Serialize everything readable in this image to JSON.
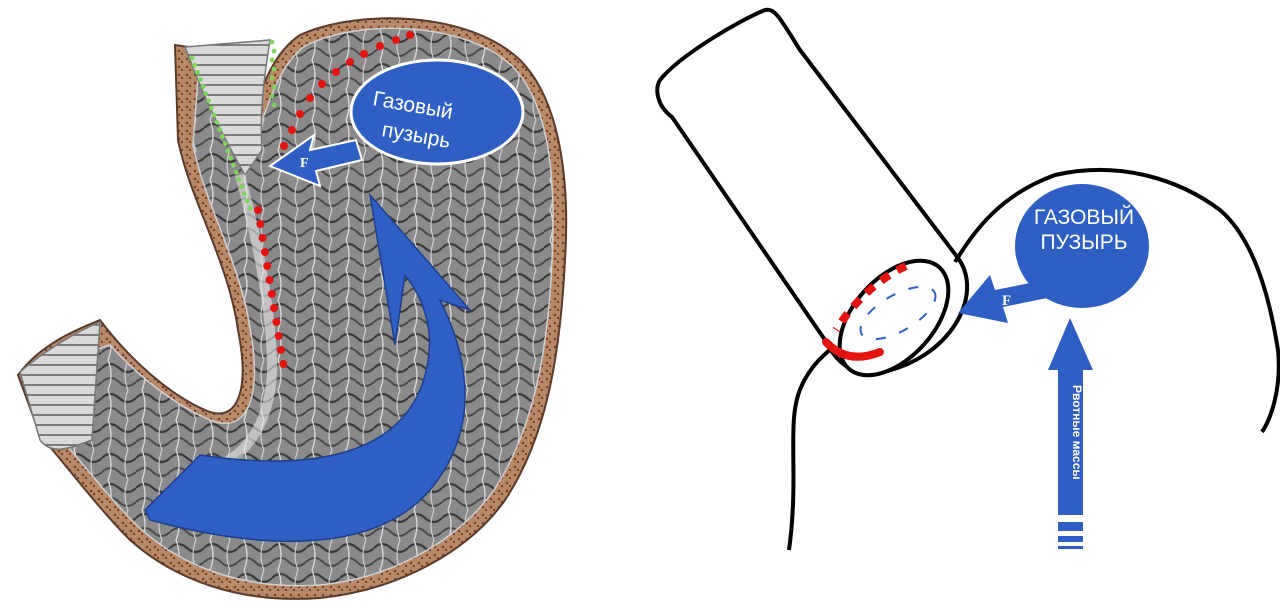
{
  "left_panel": {
    "bubble_label_line1": "Газовый",
    "bubble_label_line2": "пузырь",
    "force_label": "F"
  },
  "right_panel": {
    "bubble_label_line1": "ГАЗОВЫЙ",
    "bubble_label_line2": "ПУЗЫРЬ",
    "force_label": "F",
    "vomit_label_part1": "Рвотные ",
    "vomit_label_part2": "массы"
  },
  "colors": {
    "accent_blue": "#2f5fc4",
    "marker_red": "#e3140f",
    "marker_green": "#7cd657",
    "outline": "#000000"
  }
}
